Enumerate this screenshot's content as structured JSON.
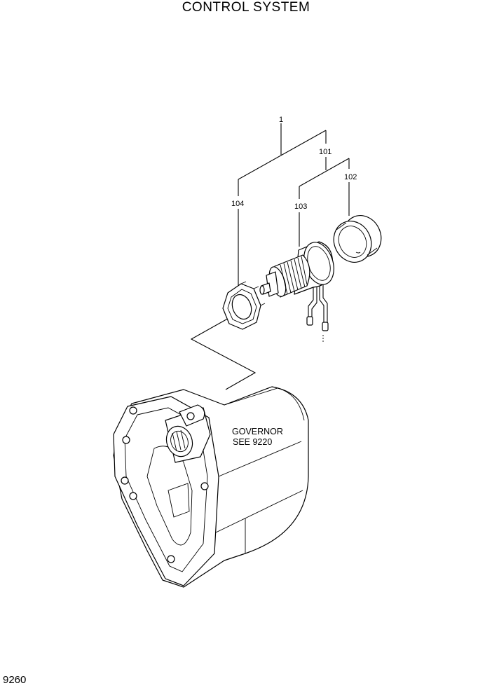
{
  "header": {
    "title": "CONTROL SYSTEM"
  },
  "footer": {
    "page_number": "9260"
  },
  "callouts": {
    "assembly": "1",
    "c101": "101",
    "c102": "102",
    "c103": "103",
    "c104": "104"
  },
  "note": {
    "line1": "GOVERNOR",
    "line2": "SEE 9220"
  }
}
